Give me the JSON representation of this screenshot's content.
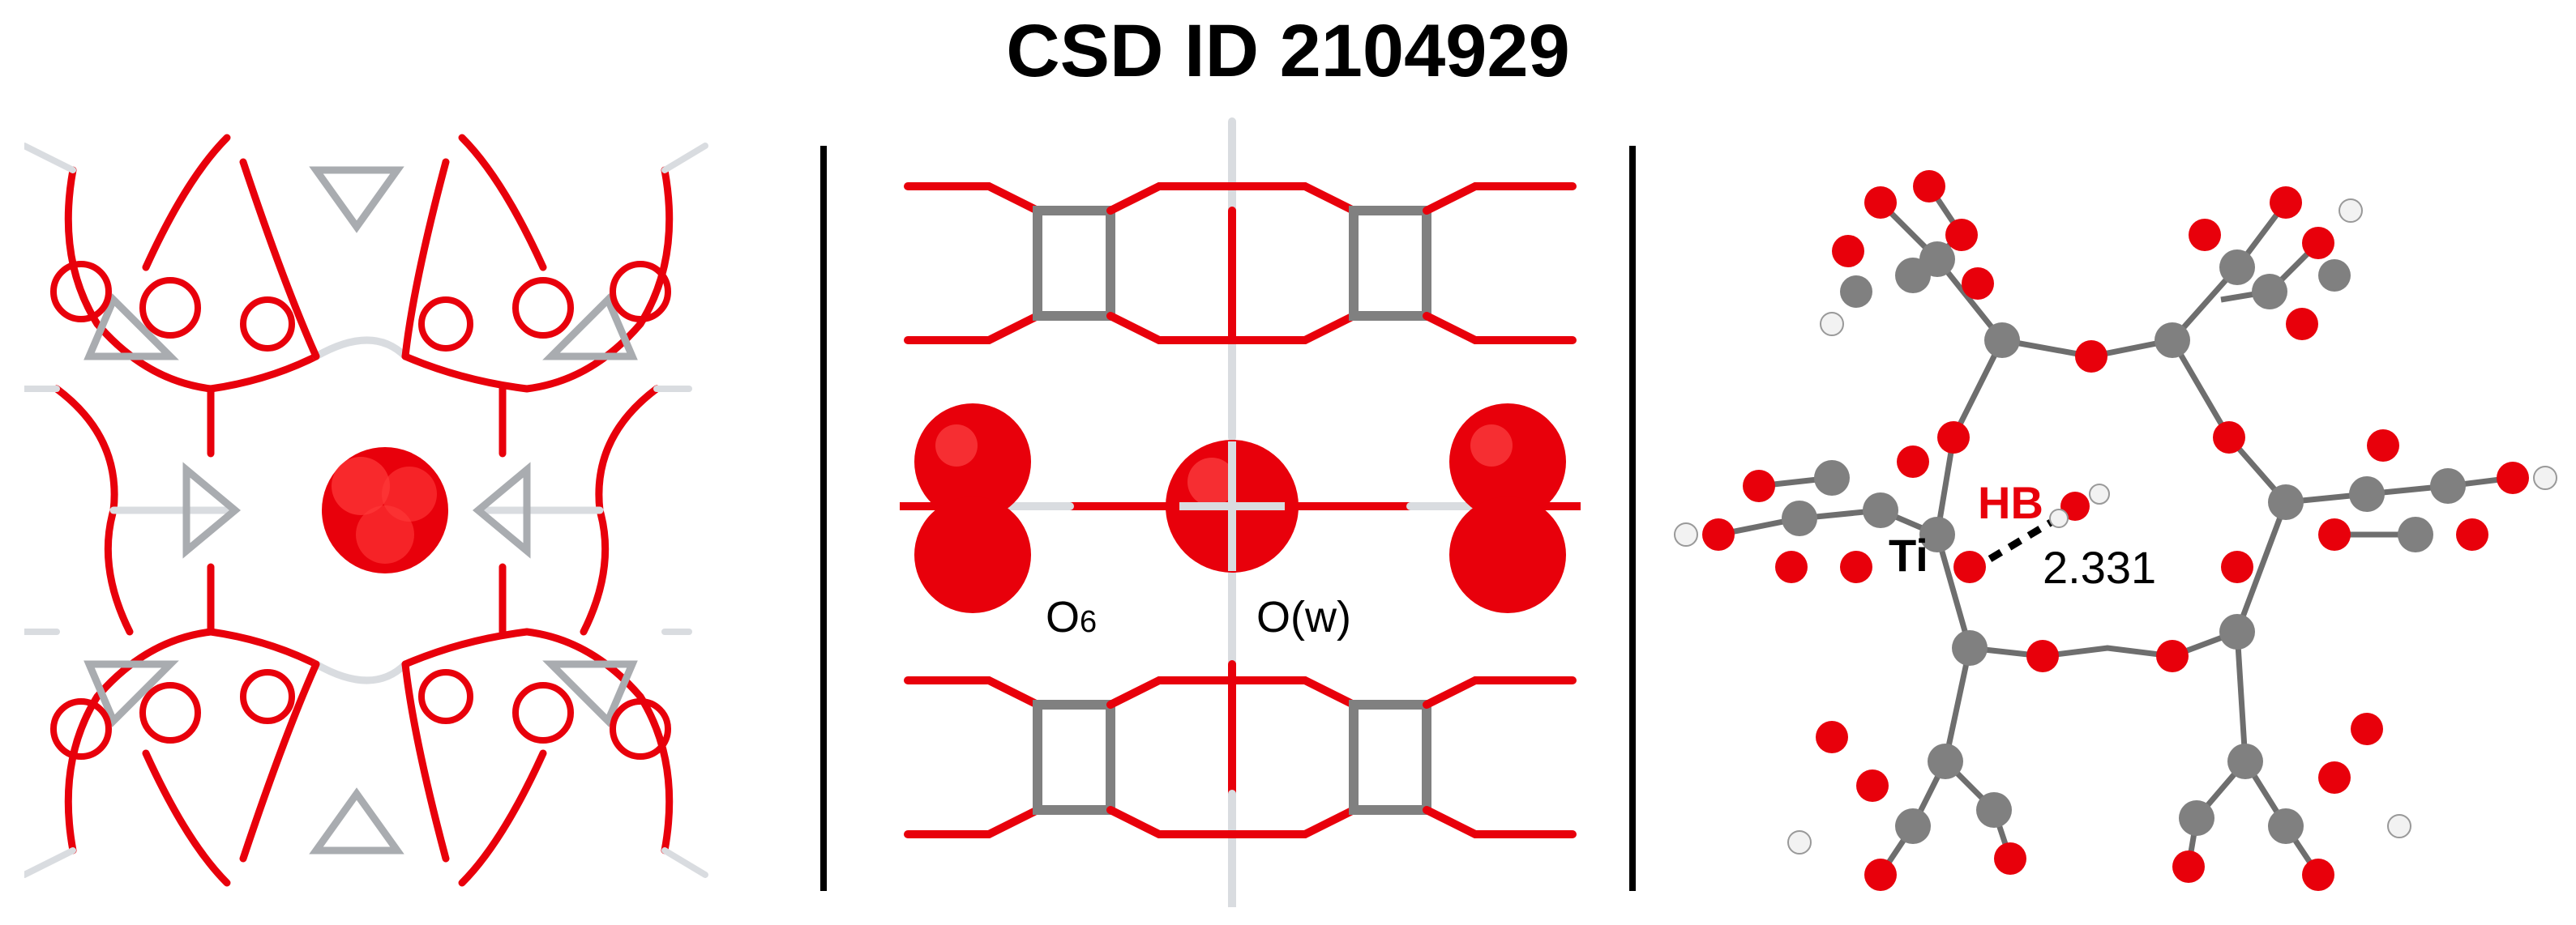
{
  "title": "CSD ID 2104929",
  "middle_panel": {
    "label_o6_main": "O",
    "label_o6_sub": "6",
    "label_ow": "O(w)"
  },
  "right_panel": {
    "label_ti": "Ti",
    "label_hb": "HB",
    "label_distance": "2.331"
  },
  "colors": {
    "oxygen": "#e8000b",
    "titanium": "#d9dce0",
    "carbon": "#808080",
    "hydrogen": "#f2f2f2",
    "hb_label": "#e8000b"
  }
}
